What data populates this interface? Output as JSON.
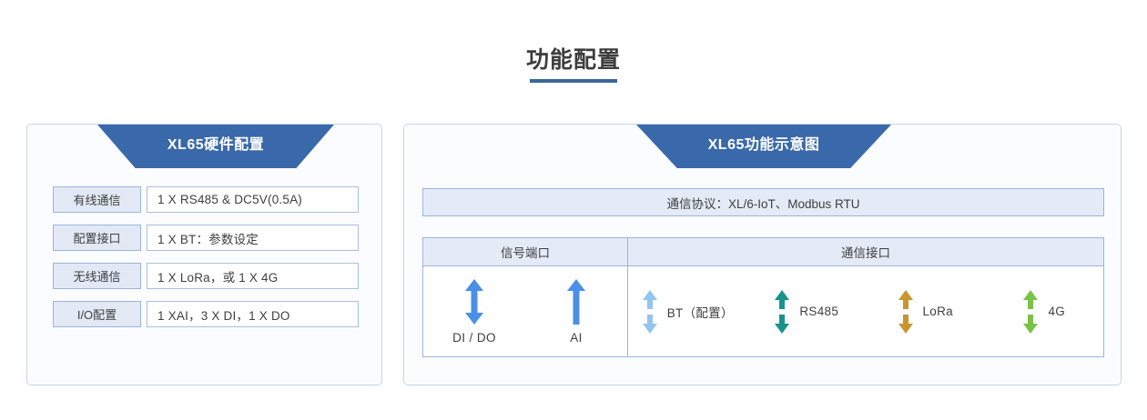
{
  "page": {
    "title": "功能配置",
    "accent_color": "#3a6699",
    "banner_color": "#3a69ab"
  },
  "left_panel": {
    "banner_title": "XL65硬件配置",
    "specs": [
      {
        "key": "有线通信",
        "value": "1 X RS485 & DC5V(0.5A)"
      },
      {
        "key": "配置接口",
        "value": "1 X BT：参数设定"
      },
      {
        "key": "无线通信",
        "value": "1 X LoRa，或 1 X 4G"
      },
      {
        "key": "I/O配置",
        "value": "1 XAI，3 X DI，1 X DO"
      }
    ]
  },
  "right_panel": {
    "banner_title": "XL65功能示意图",
    "protocol_bar": "通信协议：XL/6-IoT、Modbus RTU",
    "table": {
      "headers": {
        "signal": "信号端口",
        "comm": "通信接口"
      },
      "signal_ports": [
        {
          "label": "DI / DO",
          "icon": "double-arrow-icon",
          "color": "#4a90e8",
          "direction": "bidirectional"
        },
        {
          "label": "AI",
          "icon": "up-arrow-icon",
          "color": "#4a90e8",
          "direction": "up"
        }
      ],
      "comm_ports": [
        {
          "label": "BT（配置）",
          "icon": "split-double-arrow-icon",
          "color": "#93c5f0",
          "direction": "bidirectional"
        },
        {
          "label": "RS485",
          "icon": "split-double-arrow-icon",
          "color": "#17948a",
          "direction": "bidirectional"
        },
        {
          "label": "LoRa",
          "icon": "split-double-arrow-icon",
          "color": "#c8962e",
          "direction": "bidirectional"
        },
        {
          "label": "4G",
          "icon": "split-double-arrow-icon",
          "color": "#7cc24a",
          "direction": "bidirectional"
        }
      ]
    }
  }
}
